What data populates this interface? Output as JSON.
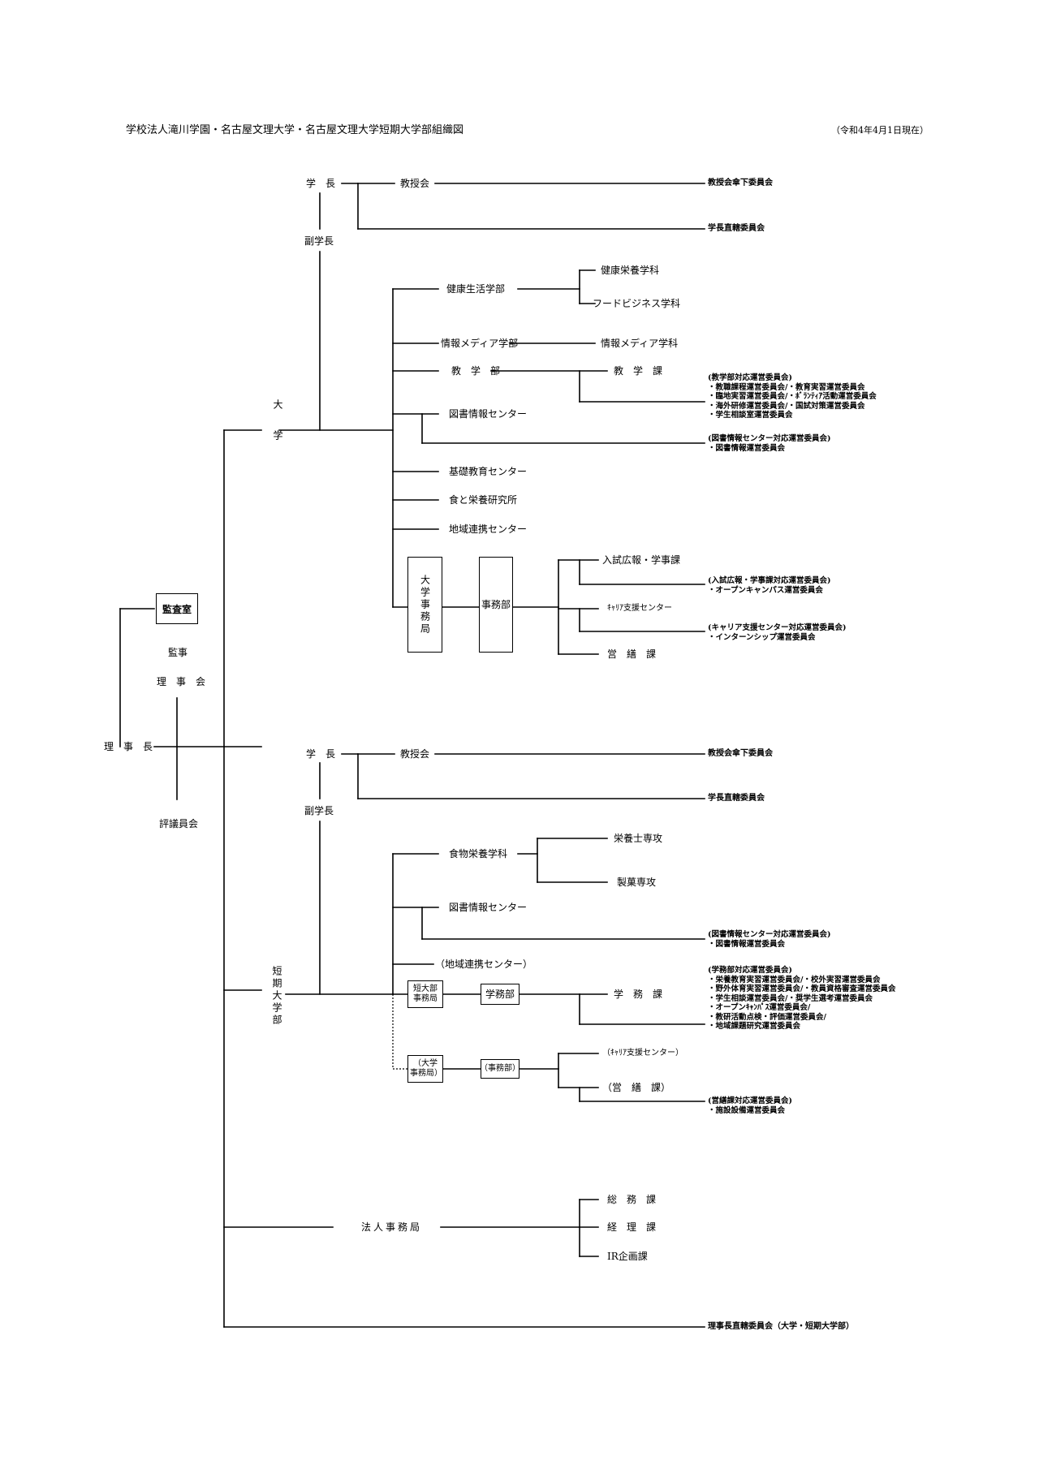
{
  "header": {
    "title": "学校法人滝川学園・名古屋文理大学・名古屋文理大学短期大学部組織図",
    "date": "（令和4年4月1日現在）"
  },
  "left": {
    "chairman": "理　事　長",
    "audit": "監査室",
    "auditor": "監事",
    "board": "理　事　会",
    "council": "評議員会"
  },
  "university": {
    "name": "大学",
    "president": "学　長",
    "vice_president": "副学長",
    "faculty_council": "教授会",
    "faculty_council_committees": "教授会傘下委員会",
    "president_committees": "学長直轄委員会",
    "health_faculty": "健康生活学部",
    "nutrition_dept": "健康栄養学科",
    "food_business_dept": "フードビジネス学科",
    "media_faculty": "情報メディア学部",
    "media_dept": "情報メディア学科",
    "academic_division": "教　学　部",
    "academic_section": "教　学　課",
    "academic_committees": [
      "(教学部対応運営委員会)",
      "・教職課程運営委員会/・教育実習運営委員会",
      "・臨地実習運営委員会/・ﾎﾞﾗﾝﾃｨｱ活動運営委員会",
      "・海外研修運営委員会/・国試対策運営委員会",
      "・学生相談室運営委員会"
    ],
    "library": "図書情報センター",
    "library_committees": [
      "(図書情報センター対応運営委員会)",
      "・図書情報運営委員会"
    ],
    "basic_edu": "基礎教育センター",
    "food_lab": "食と栄養研究所",
    "community": "地域連携センター",
    "office_bureau": "大学事務局",
    "office_dept": "事務部",
    "admissions": "入試広報・学事課",
    "admissions_committees": [
      "(入試広報・学事課対応運営委員会)",
      "・オープンキャンパス運営委員会"
    ],
    "career": "ｷｬﾘｱ支援センター",
    "career_committees": [
      "(キャリア支援センター対応運営委員会)",
      "・インターンシップ運営委員会"
    ],
    "facilities": "営　繕　課"
  },
  "junior_college": {
    "name": "短期大学部",
    "president": "学　長",
    "vice_president": "副学長",
    "faculty_council": "教授会",
    "faculty_council_committees": "教授会傘下委員会",
    "president_committees": "学長直轄委員会",
    "food_dept": "食物栄養学科",
    "dietitian": "栄養士専攻",
    "confectionery": "製菓専攻",
    "library": "図書情報センター",
    "library_committees": [
      "(図書情報センター対応運営委員会)",
      "・図書情報運営委員会"
    ],
    "community": "（地域連携センター）",
    "jc_bureau": "短大部事務局",
    "academic_affairs": "学務部",
    "academic_affairs_section": "学　務　課",
    "academic_affairs_committees": [
      "(学務部対応運営委員会)",
      "・栄養教育実習運営委員会/・校外実習運営委員会",
      "・野外体育実習運営委員会/・教員資格審査運営委員会",
      "・学生相談運営委員会/・奨学生選考運営委員会",
      "・オープンｷｬﾝﾊﾟｽ運営委員会/",
      "・教研活動点検・評価運営委員会/",
      "・地域課題研究運営委員会"
    ],
    "univ_bureau": "（大学事務局）",
    "univ_office": "（事務部）",
    "career": "（ｷｬﾘｱ支援センター）",
    "facilities": "（営　繕　課）",
    "facilities_committees": [
      "(営繕課対応運営委員会)",
      "・施設設備運営委員会"
    ]
  },
  "corporate": {
    "office": "法人事務局",
    "general_affairs": "総　務　課",
    "accounting": "経　理　課",
    "ir": "IR企画課"
  },
  "chairman_committees": "理事長直轄委員会（大学・短期大学部）"
}
